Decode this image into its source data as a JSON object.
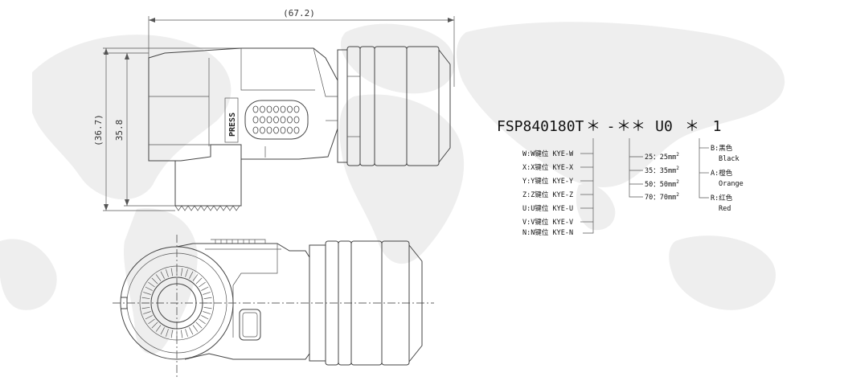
{
  "drawing": {
    "dim_width": "(67.2)",
    "dim_height_outer": "(36.7)",
    "dim_height_inner": "35.8",
    "press_text": "PRESS"
  },
  "part_number": {
    "prefix": "FSP840180T",
    "slot1": "＊",
    "dash": "-",
    "slot2": "＊＊",
    "slot3": "U0",
    "slot4": "＊",
    "slot5": "1"
  },
  "key_options": [
    "W:W键位 KYE-W",
    "X:X键位 KYE-X",
    "Y:Y键位 KYE-Y",
    "Z:Z键位 KYE-Z",
    "U:U键位 KYE-U",
    "V:V键位 KYE-V",
    "N:N键位 KYE-N"
  ],
  "size_options": [
    {
      "code": "25：",
      "value": "25mm",
      "sup": "2"
    },
    {
      "code": "35：",
      "value": "35mm",
      "sup": "2"
    },
    {
      "code": "50：",
      "value": "50mm",
      "sup": "2"
    },
    {
      "code": "70：",
      "value": "70mm",
      "sup": "2"
    }
  ],
  "color_options": [
    {
      "code": "B:黑色",
      "en": "Black"
    },
    {
      "code": "A:橙色",
      "en": "Orange"
    },
    {
      "code": "R:红色",
      "en": "Red"
    }
  ]
}
